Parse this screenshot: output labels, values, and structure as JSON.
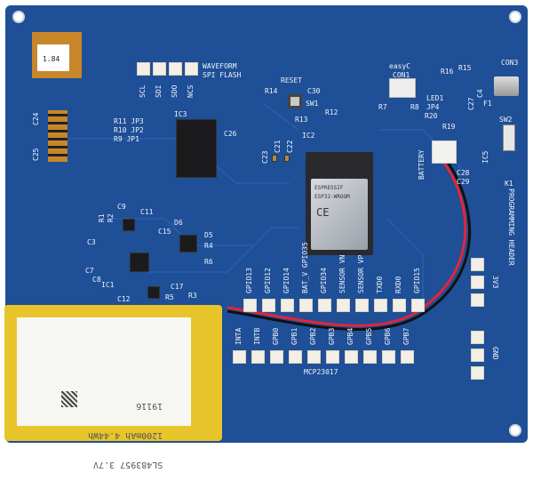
{
  "board": {
    "silkscreen": {
      "waveform": "WAVEFORM",
      "spi_flash": "SPI FLASH",
      "spi_pins": [
        "SCL",
        "SDI",
        "SDO",
        "NCS"
      ],
      "reset": "RESET",
      "easyc": "easyC",
      "con1": "CON1",
      "con3": "CON3",
      "battery": "BATTERY",
      "programming_header": "PROGRAMMING HEADER",
      "k1": "K1",
      "ic2": "IC2",
      "ic3": "IC3",
      "ic5": "IC5",
      "sw1": "SW1",
      "sw2": "SW2",
      "led1": "LED1",
      "jumpers": [
        "R11 JP3",
        "R10 JP2",
        "R9 JP1"
      ],
      "misc": [
        "R14",
        "C30",
        "R13",
        "R12",
        "C24",
        "C25",
        "C26",
        "C23",
        "C21",
        "C22",
        "R16",
        "R15",
        "C27",
        "C4",
        "F1",
        "R7",
        "R8",
        "JP4",
        "R20",
        "R19",
        "C28",
        "C29",
        "D5",
        "R4",
        "R6",
        "R1",
        "R2",
        "C11",
        "C15",
        "C9",
        "D6",
        "C3",
        "C7",
        "C8",
        "IC1",
        "C12",
        "C17",
        "R3",
        "R5",
        "R8"
      ],
      "fpc_label": "1.84",
      "top_pins": [
        "GPIO13",
        "GPIO12",
        "GPIO14",
        "BAT_V GPIO35",
        "GPIO34",
        "SENSOR VN",
        "SENSOR VP",
        "TXD0",
        "RXD0",
        "GPIO15"
      ],
      "bottom_pins": [
        "INTA",
        "INTB",
        "GPB0",
        "GPB1",
        "GPB2",
        "GPB3",
        "GPB4",
        "GPB5",
        "GPB6",
        "GPB7"
      ],
      "mcp": "MCP23017",
      "v3": "3V3",
      "gnd": "GND"
    },
    "esp_module": {
      "brand": "ESPRESSIF",
      "model": "ESP32-WROOM",
      "marks": "CE"
    },
    "battery_label": {
      "line1": "SL483957 3.7V",
      "line2": "1200mAh 4.44Wh",
      "line3": "19116"
    }
  }
}
